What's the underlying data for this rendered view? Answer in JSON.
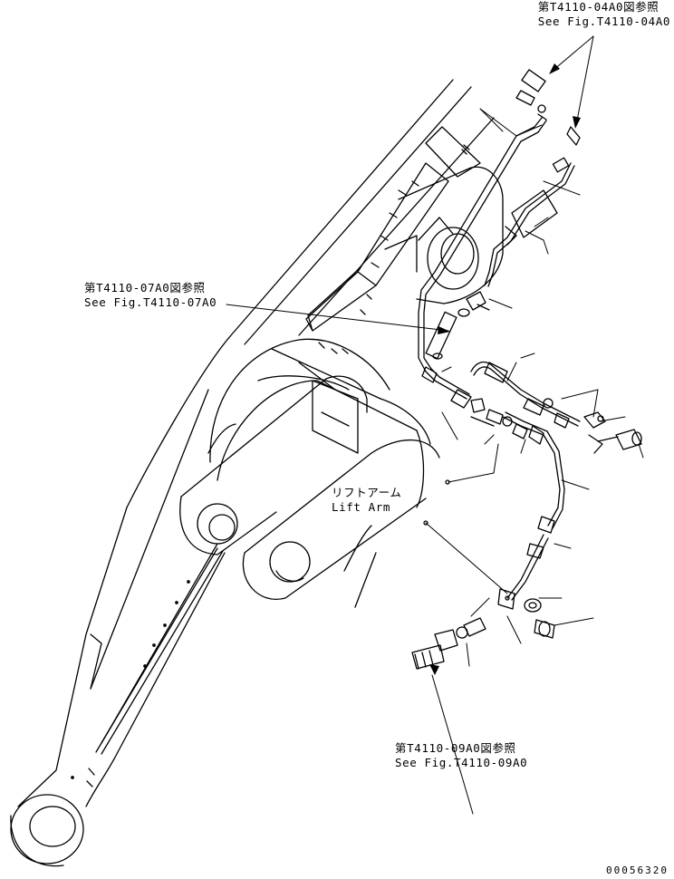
{
  "references": {
    "top_right": {
      "jp": "第T4110-04A0図参照",
      "en": "See Fig.T4110-04A0"
    },
    "middle_left": {
      "jp": "第T4110-07A0図参照",
      "en": "See Fig.T4110-07A0"
    },
    "bottom": {
      "jp": "第T4110-09A0図参照",
      "en": "See Fig.T4110-09A0"
    }
  },
  "component_label": {
    "jp": "リフトアーム",
    "en": "Lift Arm"
  },
  "drawing_number": "00056320",
  "colors": {
    "ink": "#000000",
    "paper": "#ffffff"
  }
}
